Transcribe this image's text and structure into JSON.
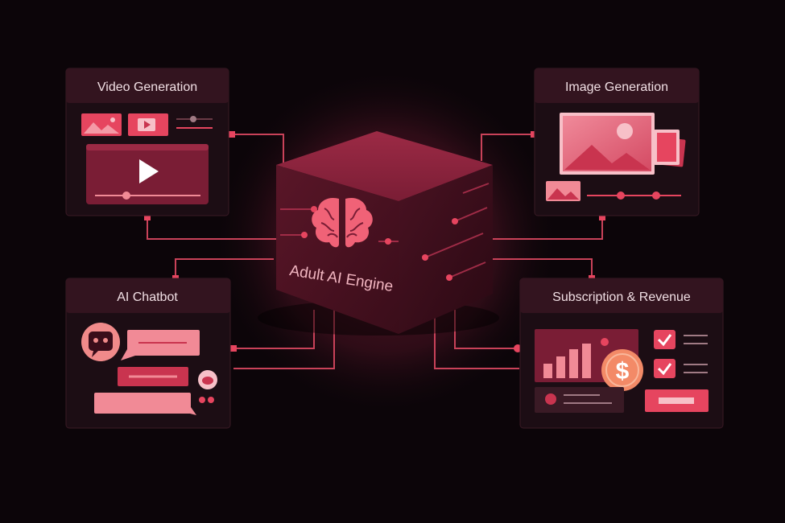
{
  "engine": {
    "label": "Adult AI Engine",
    "icon": "brain-icon"
  },
  "panels": {
    "video": {
      "title": "Video Generation"
    },
    "image": {
      "title": "Image Generation"
    },
    "chatbot": {
      "title": "AI Chatbot"
    },
    "revenue": {
      "title": "Subscription & Revenue",
      "currency_symbol": "$"
    }
  },
  "colors": {
    "background": "#0c0509",
    "panel": "#1c0d14",
    "panel_header": "#33141f",
    "accent": "#e6455f",
    "accent_light": "#f18a96",
    "connector": "#c94259",
    "coin": "#f38a67"
  }
}
